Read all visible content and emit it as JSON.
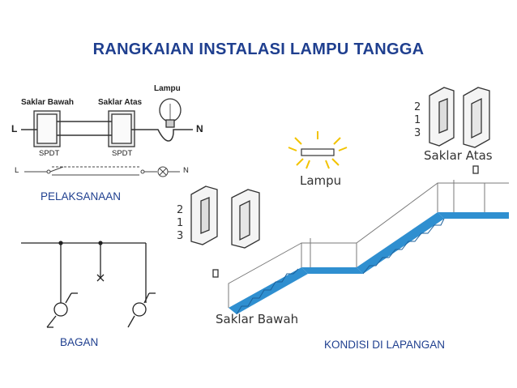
{
  "title": "RANGKAIAN INSTALASI LAMPU TANGGA",
  "captions": {
    "pelaksanaan": "PELAKSANAAN",
    "bagan": "BAGAN",
    "kondisi": "KONDISI DI LAPANGAN"
  },
  "wiring": {
    "saklar_bawah": "Saklar Bawah",
    "saklar_atas": "Saklar Atas",
    "lampu": "Lampu",
    "spdt_left": "SPDT",
    "spdt_right": "SPDT",
    "phase": "L",
    "neutral": "N",
    "phase_small": "L",
    "neutral_small": "N"
  },
  "field": {
    "lamp_label": "Lampu",
    "saklar_atas": "Saklar Atas",
    "saklar_bawah": "Saklar Bawah",
    "switch_digits_top": [
      "2",
      "1",
      "3"
    ],
    "switch_digits_bottom": [
      "2",
      "1",
      "3"
    ]
  },
  "colors": {
    "title": "#1f3f8f",
    "stairs": "#2f8fd0"
  }
}
